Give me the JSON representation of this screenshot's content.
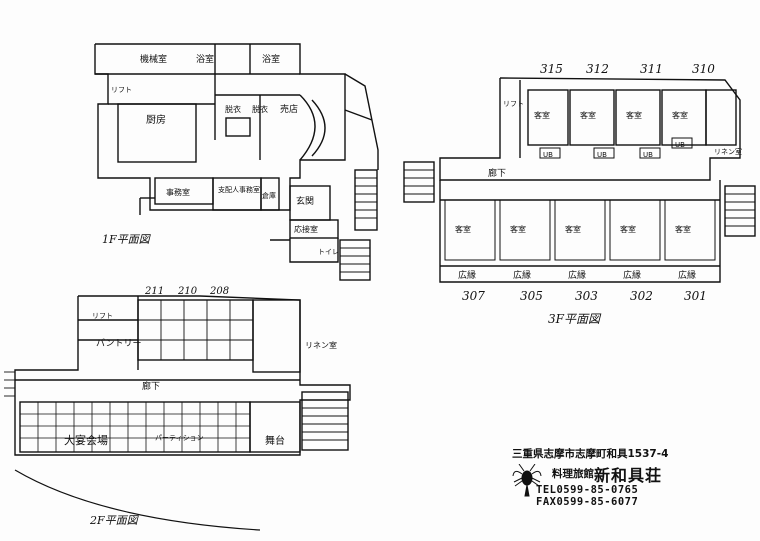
{
  "floor_1": {
    "title": "1F平面図",
    "rooms": {
      "machine": "機械室",
      "bath_a": "浴室",
      "bath_b": "浴室",
      "lift": "リフト",
      "kitchen": "厨房",
      "shop": "売店",
      "changing_a": "脱衣",
      "changing_b": "脱衣",
      "office": "事務室",
      "manager": "支配人事務室",
      "storage": "倉庫",
      "entrance": "玄関",
      "lounge": "応接室",
      "toilet": "トイレ"
    }
  },
  "floor_2": {
    "title": "2F平面図",
    "room_numbers": [
      "211",
      "210",
      "208"
    ],
    "rooms": {
      "lift": "リフト",
      "pantry": "パントリー",
      "linen": "リネン室",
      "corridor": "廊下",
      "hall": "大宴会場",
      "partition": "パーティション",
      "stage": "舞台"
    }
  },
  "floor_3": {
    "title": "3F平面図",
    "room_numbers_top": [
      "315",
      "312",
      "311",
      "310"
    ],
    "room_numbers_bottom": [
      "307",
      "305",
      "303",
      "302",
      "301"
    ],
    "rooms": {
      "lift": "リフト",
      "corridor": "廊下",
      "veranda": "広縁",
      "unit_bath": "UB",
      "linen": "リネン室",
      "guest_room": "客室"
    }
  },
  "footer": {
    "address": "三重県志摩市志摩町和具1537-4",
    "kind": "料理旅館",
    "name": "新和具荘",
    "tel": "TEL0599-85-0765",
    "fax": "FAX0599-85-6077",
    "logo_icon": "lobster-icon"
  }
}
